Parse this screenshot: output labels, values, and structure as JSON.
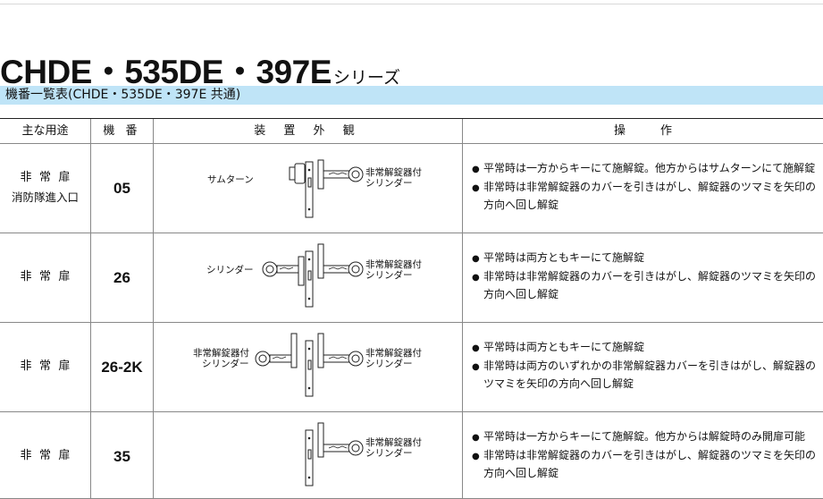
{
  "title": {
    "main": "CHDE・535DE・397E",
    "suffix": "シリーズ"
  },
  "subheading": "機番一覧表(CHDE・535DE・397E 共通)",
  "headers": {
    "use": "主な用途",
    "number": "機 番",
    "device": "装 置 外 観",
    "operation": "操　　　作"
  },
  "rows": [
    {
      "use_line1": "非常扉",
      "use_line2": "消防隊進入口",
      "number": "05",
      "left_label": "サムターン",
      "right_label_1": "非常解錠器付",
      "right_label_2": "シリンダー",
      "ops": [
        "平常時は一方からキーにて施解錠。他方からはサムターンにて施解錠",
        "非常時は非常解錠器のカバーを引きはがし、解錠器のツマミを矢印の方向へ回し解錠"
      ]
    },
    {
      "use_line1": "非常扉",
      "use_line2": "",
      "number": "26",
      "left_label": "シリンダー",
      "right_label_1": "非常解錠器付",
      "right_label_2": "シリンダー",
      "ops": [
        "平常時は両方ともキーにて施解錠",
        "非常時は非常解錠器のカバーを引きはがし、解錠器のツマミを矢印の方向へ回し解錠"
      ]
    },
    {
      "use_line1": "非常扉",
      "use_line2": "",
      "number": "26-2K",
      "left_label_1": "非常解錠器付",
      "left_label_2": "シリンダー",
      "right_label_1": "非常解錠器付",
      "right_label_2": "シリンダー",
      "ops": [
        "平常時は両方ともキーにて施解錠",
        "非常時は両方のいずれかの非常解錠器カバーを引きはがし、解錠器のツマミを矢印の方向へ回し解錠"
      ]
    },
    {
      "use_line1": "非常扉",
      "use_line2": "",
      "number": "35",
      "right_label_1": "非常解錠器付",
      "right_label_2": "シリンダー",
      "ops": [
        "平常時は一方からキーにて施解錠。他方からは解錠時のみ開扉可能",
        "非常時は非常解錠器のカバーを引きはがし、解錠器のツマミを矢印の方向へ回し解錠"
      ]
    }
  ],
  "colors": {
    "subhead_bg": "#bfe4f7",
    "rule": "#888888"
  }
}
